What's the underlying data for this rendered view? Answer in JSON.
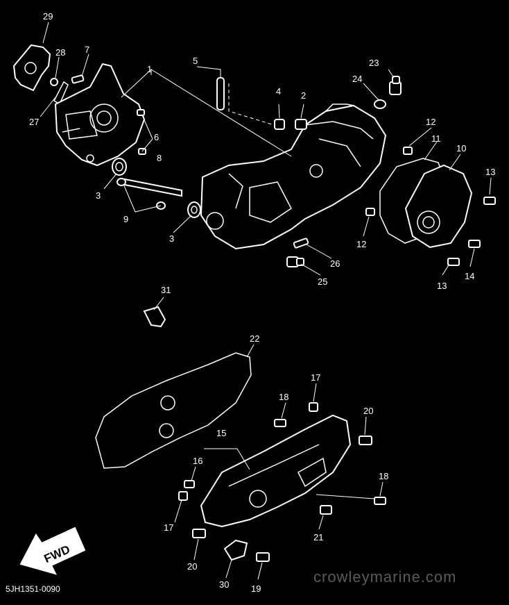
{
  "diagram_code": "5JH1351-0090",
  "watermark": "crowleymarine.com",
  "fwd_label": "FWD",
  "callouts": {
    "c1": "1",
    "c2": "2",
    "c3a": "3",
    "c3b": "3",
    "c4": "4",
    "c5": "5",
    "c6": "6",
    "c7": "7",
    "c8": "8",
    "c9": "9",
    "c10": "10",
    "c11": "11",
    "c12a": "12",
    "c12b": "12",
    "c13a": "13",
    "c13b": "13",
    "c14": "14",
    "c15": "15",
    "c16": "16",
    "c17a": "17",
    "c17b": "17",
    "c18a": "18",
    "c18b": "18",
    "c19": "19",
    "c20a": "20",
    "c20b": "20",
    "c21": "21",
    "c22": "22",
    "c23": "23",
    "c24": "24",
    "c25": "25",
    "c26": "26",
    "c27": "27",
    "c28": "28",
    "c29": "29",
    "c30": "30",
    "c31": "31"
  }
}
